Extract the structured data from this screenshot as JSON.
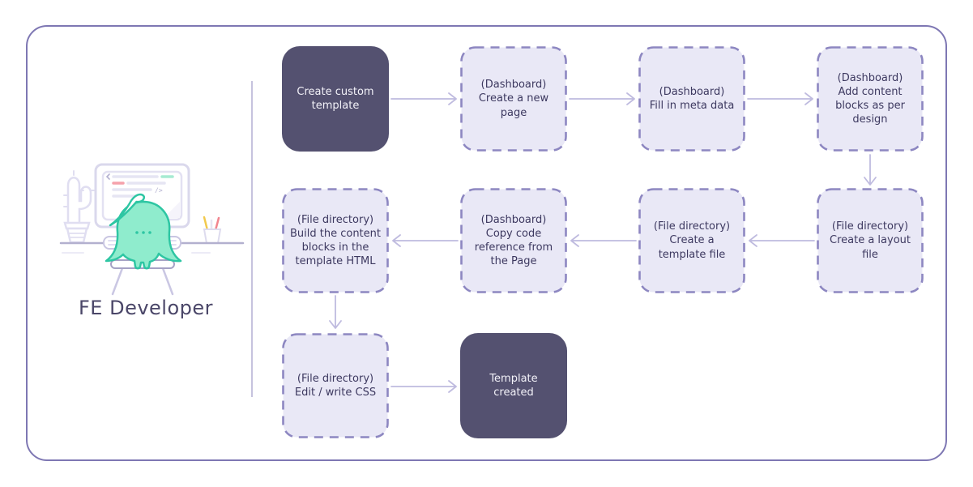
{
  "actor": {
    "label": "FE Developer",
    "illustration": "developer-mascot-at-desk-with-monitor-cactus-and-pencil-cup"
  },
  "flow": {
    "steps": [
      {
        "context": "",
        "action": "Create custom template",
        "style": "solid"
      },
      {
        "context": "(Dashboard)",
        "action": "Create a new page",
        "style": "dashed"
      },
      {
        "context": "(Dashboard)",
        "action": "Fill in meta data",
        "style": "dashed"
      },
      {
        "context": "(Dashboard)",
        "action": "Add content blocks as per design",
        "style": "dashed"
      },
      {
        "context": "(File directory)",
        "action": "Create a layout file",
        "style": "dashed"
      },
      {
        "context": "(File directory)",
        "action": "Create a template file",
        "style": "dashed"
      },
      {
        "context": "(Dashboard)",
        "action": "Copy code reference from the Page",
        "style": "dashed"
      },
      {
        "context": "(File directory)",
        "action": "Build the content blocks in the template HTML",
        "style": "dashed"
      },
      {
        "context": "(File directory)",
        "action": "Edit / write CSS",
        "style": "dashed"
      },
      {
        "context": "",
        "action": "Template created",
        "style": "solid"
      }
    ],
    "connections": [
      {
        "from": 1,
        "to": 2
      },
      {
        "from": 2,
        "to": 3
      },
      {
        "from": 3,
        "to": 4
      },
      {
        "from": 4,
        "to": 5
      },
      {
        "from": 5,
        "to": 6
      },
      {
        "from": 6,
        "to": 7
      },
      {
        "from": 7,
        "to": 8
      },
      {
        "from": 8,
        "to": 9
      },
      {
        "from": 9,
        "to": 10
      }
    ]
  },
  "colors": {
    "frame_border": "#7e77b3",
    "solid_card_bg": "#545170",
    "solid_card_text": "#f2f1f8",
    "dashed_card_bg": "#e9e8f6",
    "dashed_card_border": "#8d87c1",
    "card_text": "#3d3960",
    "arrow": "#bfbbdf",
    "divider": "#c6c3de",
    "mascot_fill": "#8feccd",
    "mascot_stroke": "#2ec6a3",
    "code_highlight_teal": "#a6ebd2",
    "code_highlight_pink": "#f5a2ab",
    "pencil_yellow": "#f2c94c",
    "pencil_pink": "#f2858f"
  }
}
